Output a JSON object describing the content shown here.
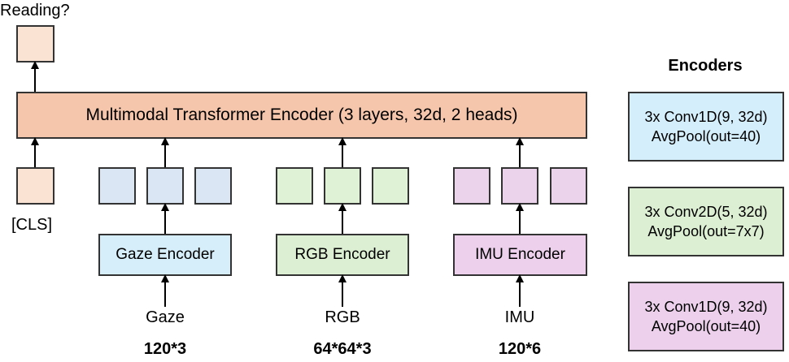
{
  "output_label": "Reading?",
  "transformer": {
    "label": "Multimodal Transformer Encoder (3 layers, 32d, 2 heads)",
    "color": "#f5c6ab"
  },
  "cls": {
    "label": "[CLS]",
    "color": "#fbe3d4"
  },
  "branches": [
    {
      "encoder_label": "Gaze Encoder",
      "input_label": "Gaze",
      "shape": "120*3",
      "encoder_color": "#d6eef9",
      "token_color": "#dbe6f4"
    },
    {
      "encoder_label": "RGB Encoder",
      "input_label": "RGB",
      "shape": "64*64*3",
      "encoder_color": "#dcefd3",
      "token_color": "#dff2d6"
    },
    {
      "encoder_label": "IMU Encoder",
      "input_label": "IMU",
      "shape": "120*6",
      "encoder_color": "#ecd0ec",
      "token_color": "#ecd3ec"
    }
  ],
  "encoders_panel": {
    "title": "Encoders",
    "items": [
      {
        "line1": "3x Conv1D(9, 32d)",
        "line2": "AvgPool(out=40)",
        "color": "#d4eefb"
      },
      {
        "line1": "3x Conv2D(5, 32d)",
        "line2": "AvgPool(out=7x7)",
        "color": "#dcefd3"
      },
      {
        "line1": "3x Conv1D(9, 32d)",
        "line2": "AvgPool(out=40)",
        "color": "#ecd0ec"
      }
    ]
  }
}
